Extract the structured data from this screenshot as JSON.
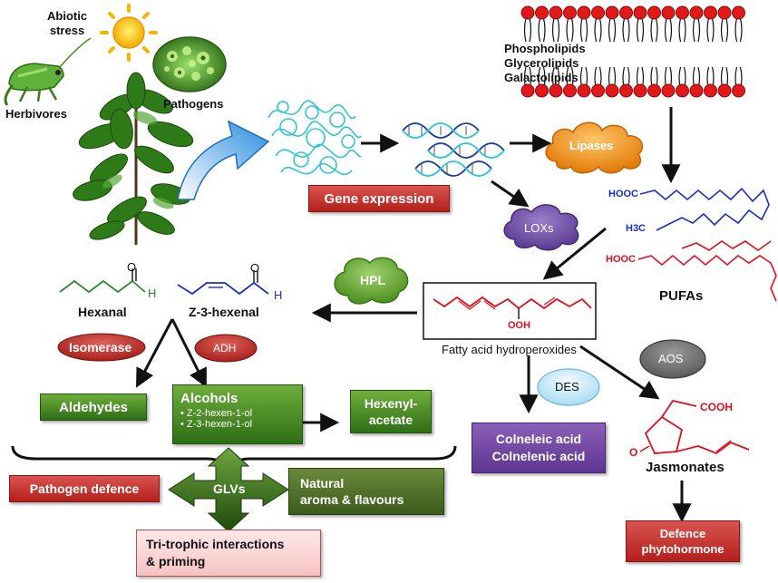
{
  "stressors": {
    "abiotic_line1": "Abiotic",
    "abiotic_line2": "stress",
    "herbivores": "Herbivores",
    "pathogens": "Pathogens"
  },
  "membrane": {
    "line1": "Phospholipids",
    "line2": "Glycerolipids",
    "line3": "Galactolipids"
  },
  "gene_expression": "Gene expression",
  "lipases": "Lipases",
  "loxs": "LOXs",
  "hpl": "HPL",
  "pufas": {
    "label": "PUFAs",
    "hooc1": "HOOC",
    "h3c": "H3C",
    "hooc2": "HOOC"
  },
  "hydroperoxides": {
    "label": "Fatty acid hydroperoxides",
    "ooh": "OOH"
  },
  "hexanal": {
    "label": "Hexanal",
    "o": "O",
    "h": "H"
  },
  "z3hexenal": {
    "label": "Z-3-hexenal",
    "o": "O",
    "h": "H"
  },
  "isomerase": "Isomerase",
  "adh": "ADH",
  "aldehydes": "Aldehydes",
  "alcohols": {
    "title": "Alcohols",
    "item1": "• Z-2-hexen-1-ol",
    "item2": "• Z-3-hexen-1-ol"
  },
  "hexenyl": {
    "line1": "Hexenyl-",
    "line2": "acetate"
  },
  "pathogen_defence": "Pathogen defence",
  "glvs": "GLVs",
  "natural": {
    "line1": "Natural",
    "line2": "aroma & flavours"
  },
  "tritrophic": {
    "line1": "Tri-trophic interactions",
    "line2": "& priming"
  },
  "des": "DES",
  "aos": "AOS",
  "colneleic": {
    "line1": "Colneleic acid",
    "line2": "Colnelenic acid"
  },
  "jasmonates": {
    "label": "Jasmonates",
    "cooh": "COOH",
    "o": "O"
  },
  "defence": {
    "line1": "Defence",
    "line2": "phytohormone"
  },
  "colors": {
    "red": "#c0201c",
    "green": "#3f8a22",
    "purple": "#6a42a0",
    "blue_chain": "#1a2fc0",
    "red_chain": "#e0101a",
    "arrow": "#111111"
  }
}
